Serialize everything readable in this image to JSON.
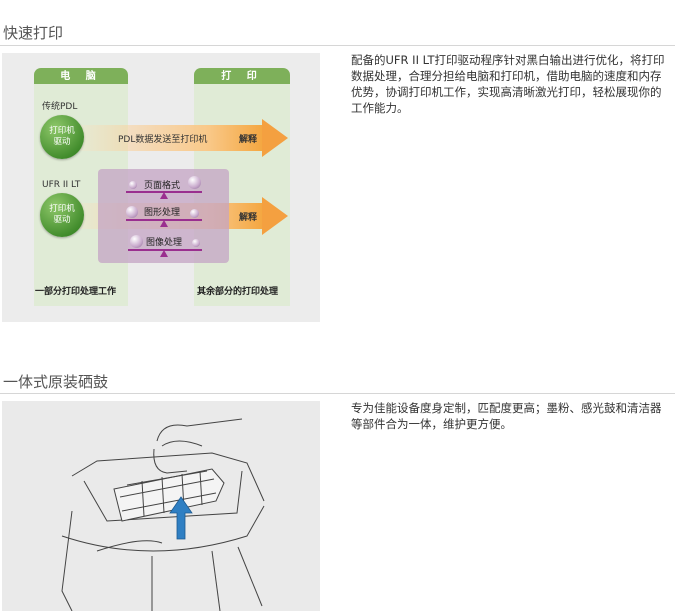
{
  "section1": {
    "title": "快速打印",
    "description": "配备的UFR II LT打印驱动程序针对黑白输出进行优化，将打印数据处理，合理分担给电脑和打印机，借助电脑的速度和内存优势，协调打印机工作，实现高清晰激光打印，轻松展现你的工作能力。",
    "diagram": {
      "pc_header": "电 脑",
      "printer_header": "打 印",
      "legacy_label": "传统PDL",
      "driver_label_1": "打印机驱动",
      "pdl_arrow_text": "PDL数据发送至打印机",
      "arrow_end_1": "解释",
      "ufr_label": "UFR II LT",
      "driver_label_2": "打印机驱动",
      "process_1": "页面格式",
      "process_2": "图形处理",
      "process_3": "图像处理",
      "arrow_end_2": "解释",
      "pc_footer": "一部分打印处理工作",
      "printer_footer": "其余部分的打印处理"
    }
  },
  "section2": {
    "title": "一体式原装硒鼓",
    "description": "专为佳能设备度身定制，匹配度更高；墨粉、感光鼓和清洁器等部件合为一体，维护更方便。"
  },
  "colors": {
    "header_green": "#7eb05a",
    "driver_green": "#3f8a2a",
    "arrow_orange": "#f4a040",
    "ufr_purple": "#c4a4c4",
    "bar_purple": "#9a2f8f"
  }
}
